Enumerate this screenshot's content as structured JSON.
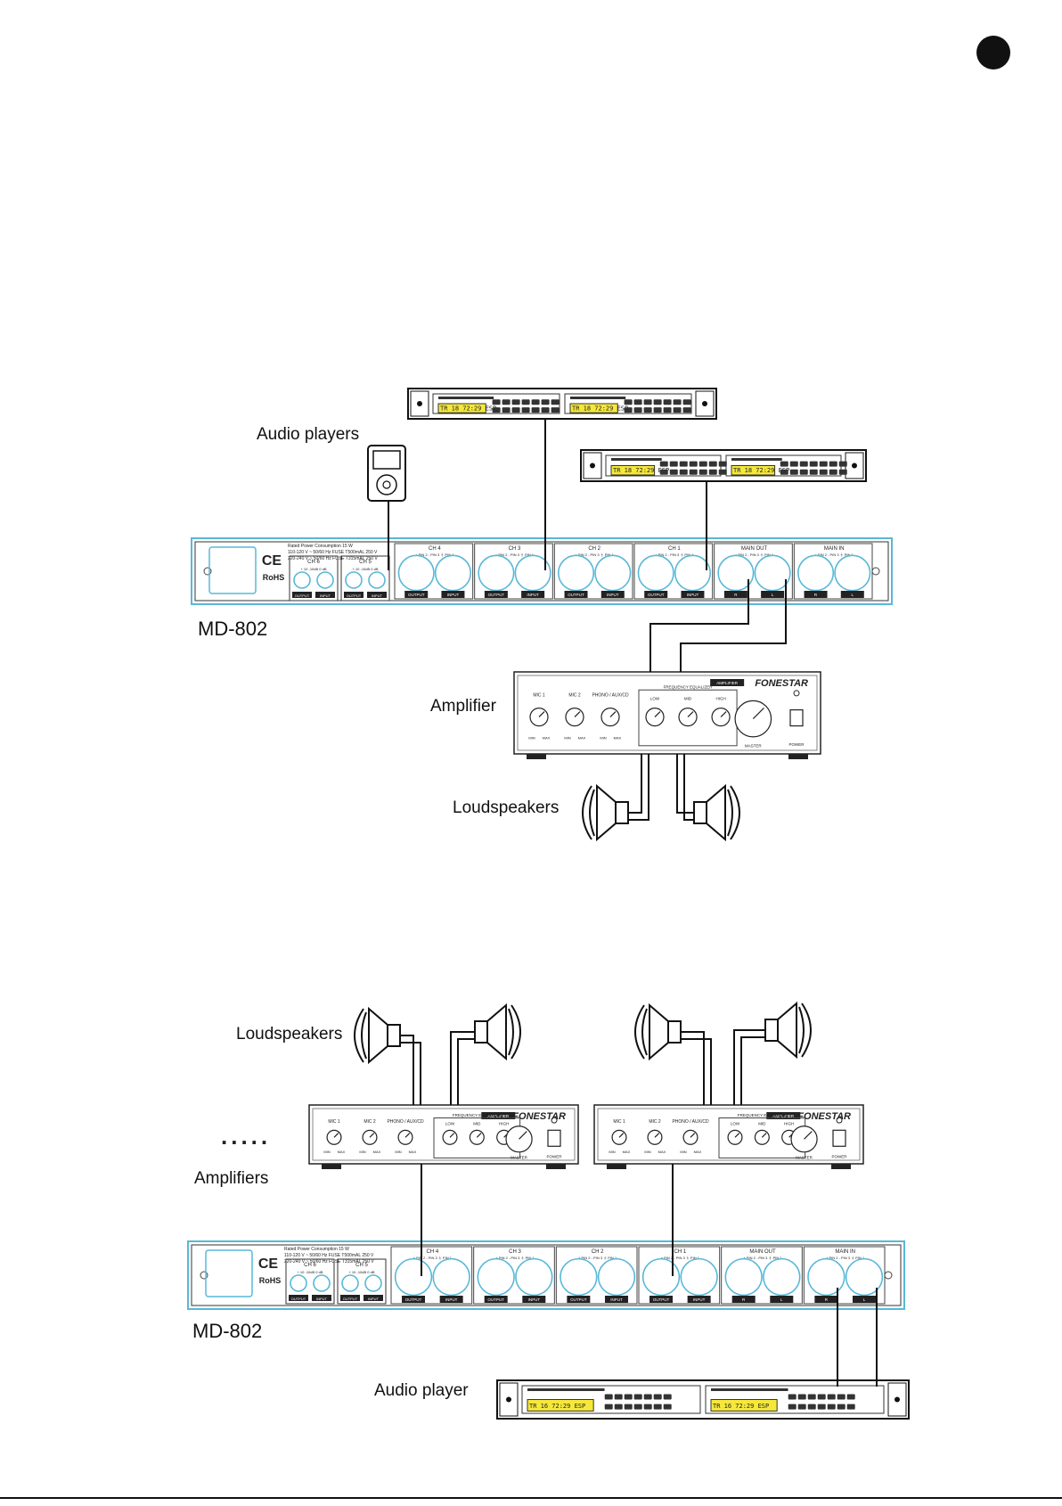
{
  "diagram_top": {
    "label_audio_players": "Audio players",
    "label_md802": "MD-802",
    "label_amplifier": "Amplifier",
    "label_loudspeakers": "Loudspeakers"
  },
  "diagram_bottom": {
    "label_loudspeakers": "Loudspeakers",
    "label_amplifiers": "Amplifiers",
    "label_md802": "MD-802",
    "label_audio_player": "Audio player",
    "ellipsis": "....."
  },
  "md802_panel": {
    "spec_line_1": "Rated Power Consumption 15 W",
    "spec_line_2": "110-120 V ~ 50/60 Hz  FUSE T500mAL 250 V",
    "spec_line_3": "220-240 V ~ 50/60 Hz  FUSE T315mAL 250 V",
    "ce_mark": "CE",
    "rohs": "RoHS",
    "rca_channels": [
      {
        "name": "CH 6",
        "jack_labels": [
          "+ 10",
          "-10dB",
          "0 dB"
        ],
        "tags": [
          "OUTPUT",
          "INPUT"
        ]
      },
      {
        "name": "CH 5",
        "jack_labels": [
          "+ 10",
          "-10dB",
          "0 dB"
        ],
        "tags": [
          "OUTPUT",
          "INPUT"
        ]
      }
    ],
    "xlr_channels": [
      {
        "name": "CH 4",
        "pins": [
          "+ PIN 2",
          "- PIN 3",
          "⏚ PIN 1"
        ],
        "tags": [
          "OUTPUT",
          "INPUT"
        ]
      },
      {
        "name": "CH 3",
        "pins": [
          "+ PIN 2",
          "- PIN 3",
          "⏚ PIN 1"
        ],
        "tags": [
          "OUTPUT",
          "INPUT"
        ]
      },
      {
        "name": "CH 2",
        "pins": [
          "+ PIN 2",
          "- PIN 3",
          "⏚ PIN 1"
        ],
        "tags": [
          "OUTPUT",
          "INPUT"
        ]
      },
      {
        "name": "CH 1",
        "pins": [
          "+ PIN 2",
          "- PIN 3",
          "⏚ PIN 1"
        ],
        "tags": [
          "OUTPUT",
          "INPUT"
        ]
      },
      {
        "name": "MAIN OUT",
        "pins": [
          "+ PIN 2",
          "- PIN 3",
          "⏚ PIN 1"
        ],
        "tags": [
          "R",
          "L"
        ]
      },
      {
        "name": "MAIN IN",
        "pins": [
          "+ PIN 2",
          "- PIN 3",
          "⏚ PIN 1"
        ],
        "tags": [
          "R",
          "L"
        ]
      }
    ]
  },
  "amplifier_panel": {
    "brand": "FONESTAR",
    "model_tag": "AMPLIFIER",
    "knob_groups": [
      {
        "name": "MIC 1",
        "range": [
          "MIN",
          "MAX"
        ]
      },
      {
        "name": "MIC 2",
        "range": [
          "MIN",
          "MAX"
        ]
      },
      {
        "name": "PHONO / AUX/CD",
        "range": [
          "MIN",
          "MAX"
        ]
      }
    ],
    "eq_title": "FREQUENCY EQUALIZER",
    "eq_knobs": [
      "LOW",
      "MID",
      "HIGH"
    ],
    "master_label": "MASTER",
    "power_label": "POWER"
  },
  "player_panel": {
    "lcd_text": "TR 18  72:29 ESP",
    "lcd_text_2": "TR 16  72:29 ESP"
  }
}
